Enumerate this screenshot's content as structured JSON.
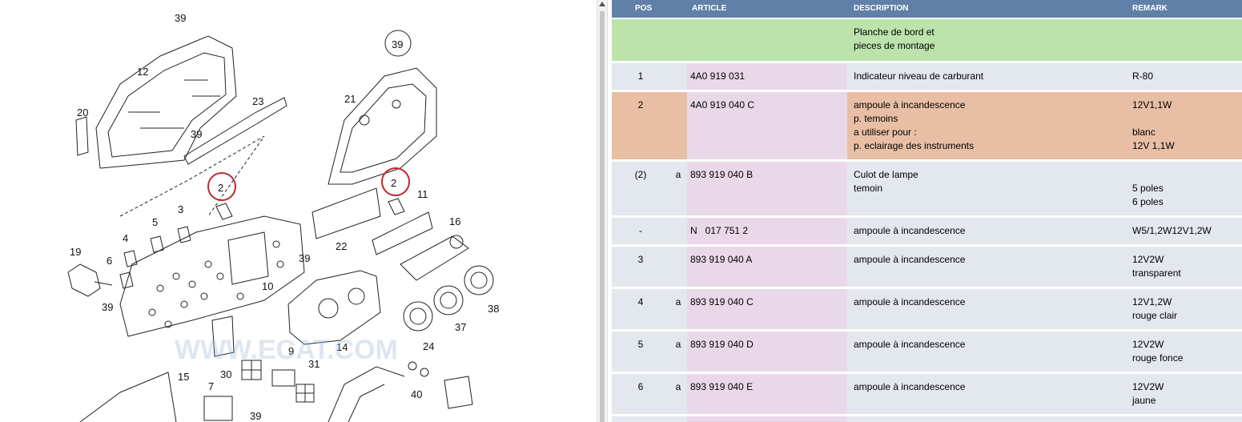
{
  "diagram": {
    "callouts": [
      "39",
      "12",
      "20",
      "23",
      "39",
      "39",
      "21",
      "2",
      "2",
      "5",
      "3",
      "4",
      "19",
      "6",
      "39",
      "22",
      "11",
      "16",
      "10",
      "39",
      "38",
      "37",
      "14",
      "24",
      "30",
      "9",
      "31",
      "15",
      "7",
      "39",
      "40"
    ],
    "watermark": "WWW.ECAT.COM"
  },
  "table": {
    "headers": {
      "pos": "POS",
      "article": "ARTICLE",
      "description": "DESCRIPTION",
      "remark": "REMARK"
    },
    "rows": [
      {
        "pos": "",
        "sub": "",
        "article": "",
        "description": "Planche de bord et\npieces de montage",
        "remark": ""
      },
      {
        "pos": "1",
        "sub": "",
        "article": "4A0 919 031",
        "description": "Indicateur niveau de carburant",
        "remark": "R-80"
      },
      {
        "pos": "2",
        "sub": "",
        "article": "4A0 919 040 C",
        "description": "ampoule à incandescence\np. temoins\na utiliser pour :\np. eclairage des instruments",
        "remark": "12V1,1W\n\nblanc\n12V 1,1W"
      },
      {
        "pos": "(2)",
        "sub": "a",
        "article": "893 919 040 B",
        "description": "Culot de lampe\ntemoin",
        "remark": "\n5 poles\n6 poles"
      },
      {
        "pos": "-",
        "sub": "",
        "article": "N   017 751 2",
        "description": "ampoule à incandescence",
        "remark": "W5/1,2W12V1,2W"
      },
      {
        "pos": "3",
        "sub": "",
        "article": "893 919 040 A",
        "description": "ampoule à incandescence",
        "remark": "12V2W\ntransparent"
      },
      {
        "pos": "4",
        "sub": "a",
        "article": "893 919 040 C",
        "description": "ampoule à incandescence",
        "remark": "12V1,2W\nrouge clair"
      },
      {
        "pos": "5",
        "sub": "a",
        "article": "893 919 040 D",
        "description": "ampoule à incandescence",
        "remark": "12V2W\nrouge fonce"
      },
      {
        "pos": "6",
        "sub": "a",
        "article": "893 919 040 E",
        "description": "ampoule à incandescence",
        "remark": "12V2W\njaune"
      },
      {
        "pos": "",
        "sub": "",
        "article": "",
        "description": "",
        "remark": ""
      }
    ]
  },
  "colors": {
    "header": "#6080a8",
    "group": "#bde3ad",
    "row": "#e3e7ee",
    "article_bg": "#e9d9e8",
    "highlight": "#e8bfa5",
    "callout_ring": "#c0272d"
  }
}
